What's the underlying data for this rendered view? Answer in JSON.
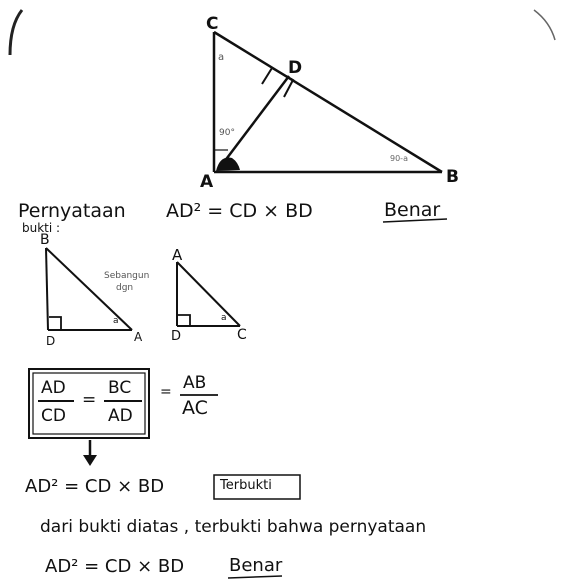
{
  "main_figure": {
    "vertex_c": "C",
    "vertex_d": "D",
    "vertex_a": "A",
    "vertex_b": "B",
    "angle_c": "a",
    "angle_a_upper": "90°",
    "angle_b": "90-a"
  },
  "statement": {
    "label": "Pernyataan",
    "expression": "AD² = CD × BD",
    "verdict": "Benar"
  },
  "proof": {
    "label": "bukti :",
    "similar_note_line1": "Sebangun",
    "similar_note_line2": "dgn",
    "left_triangle": {
      "top": "B",
      "bottom_left": "D",
      "bottom_right": "A",
      "angle": "a"
    },
    "right_triangle": {
      "top": "A",
      "bottom_left": "D",
      "bottom_right": "C",
      "angle": "a"
    },
    "ratio_1_num": "AD",
    "ratio_1_den": "CD",
    "ratio_2_num": "BC",
    "ratio_2_den": "AD",
    "ratio_3_num": "AB",
    "ratio_3_den": "AC",
    "equals": "=",
    "result": "AD² = CD × BD",
    "proven_box": "Terbukti"
  },
  "conclusion": {
    "line1": "dari bukti diatas , terbukti bahwa pernyataan",
    "line2_expr": "AD² = CD × BD",
    "line2_verdict": "Benar"
  }
}
